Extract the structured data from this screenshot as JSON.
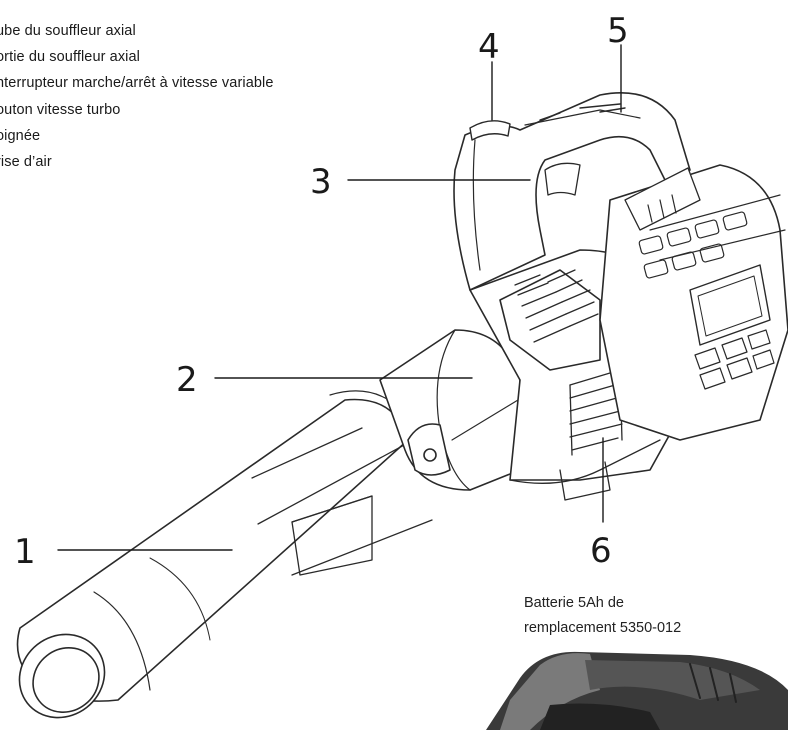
{
  "legend": [
    "ube du souffleur axial",
    "ortie du souffleur axial",
    "nterrupteur marche/arrêt à vitesse variable",
    "outon vitesse turbo",
    "oignée",
    "rise d’air"
  ],
  "callouts": [
    "1",
    "2",
    "3",
    "4",
    "5",
    "6"
  ],
  "battery_note": {
    "line1": "Batterie 5Ah de",
    "line2": "remplacement 5350-012"
  }
}
